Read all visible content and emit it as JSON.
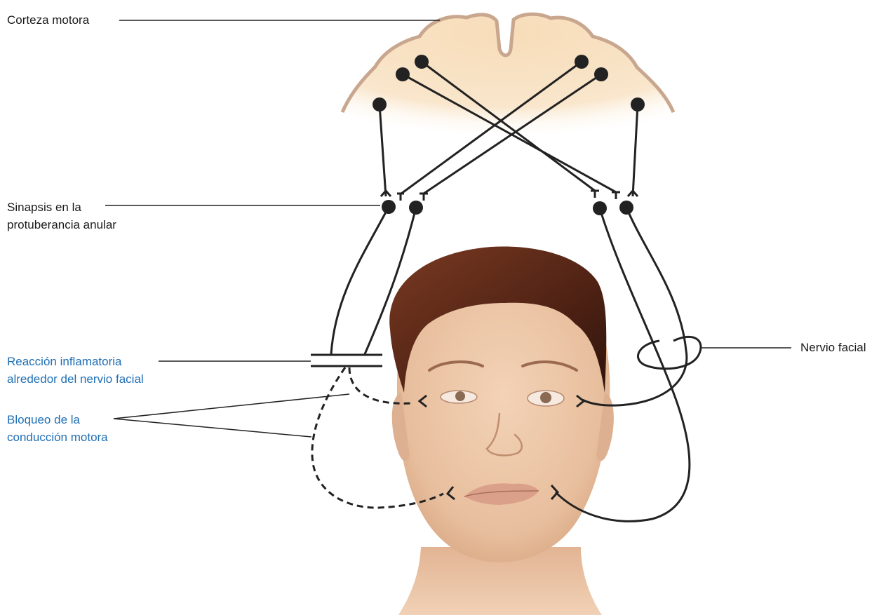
{
  "labels": {
    "corteza": "Corteza motora",
    "sinapsis_line1": "Sinapsis en la",
    "sinapsis_line2": "protuberancia anular",
    "reaccion_line1": "Reacción inflamatoria",
    "reaccion_line2": "alrededor del nervio facial",
    "bloqueo_line1": "Bloqueo de la",
    "bloqueo_line2": "conducción motora",
    "nervio": "Nervio facial"
  },
  "colors": {
    "label_text": "#1a1a1a",
    "highlight_text": "#1f6fb5",
    "cortex_fill": "#f7dcb8",
    "cortex_edge": "#c9a78e",
    "neuron": "#222222",
    "hair": "#5a2a18",
    "skin": "#ecc6a6"
  }
}
